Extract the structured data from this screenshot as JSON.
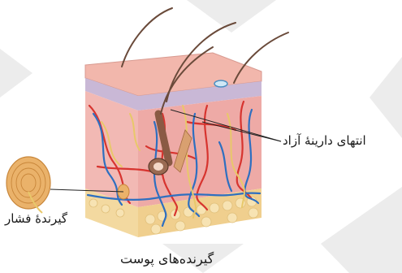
{
  "diagram": {
    "labels": {
      "free_nerve_ending": "انتهای دارینهٔ آزاد",
      "pressure_receptor": "گیرندهٔ فشار"
    },
    "caption": "گیرنده‌های پوست"
  },
  "colors": {
    "background": "#ffffff",
    "epidermis_top": "#f2b7ac",
    "epidermis_layer": "#c9b8d6",
    "dermis": "#f0b4b0",
    "fat_layer": "#f3d9a0",
    "artery": "#d7342f",
    "vein": "#2e6fc0",
    "nerve": "#e8c86a",
    "hair": "#6a4a3a",
    "leader_line": "#222222",
    "watermark": "#e3e3e3"
  },
  "icons": [
    "hair-icon",
    "pressure-receptor-icon"
  ]
}
